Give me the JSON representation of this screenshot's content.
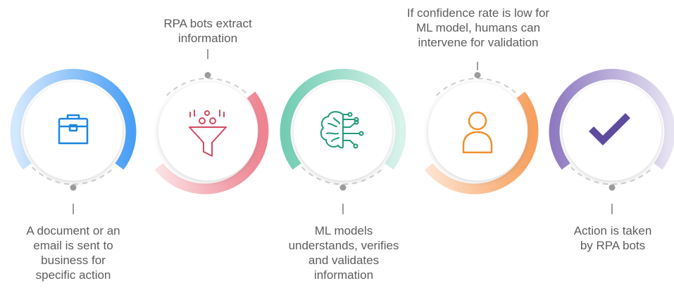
{
  "steps": [
    {
      "caption": "A document or an\nemail is sent to\nbusiness for\nspecific action",
      "icon": "briefcase-icon",
      "color": "#4a9ff5"
    },
    {
      "caption": "RPA bots extract\ninformation",
      "icon": "funnel-icon",
      "color": "#e8818f"
    },
    {
      "caption": "ML models\nunderstands, verifies\nand validates\ninformation",
      "icon": "brain-circuit-icon",
      "color": "#58c4a8"
    },
    {
      "caption": "If confidence rate is low for\nML model, humans can\nintervene for validation",
      "icon": "person-icon",
      "color": "#f5a262"
    },
    {
      "caption": "Action is taken\nby RPA bots",
      "icon": "checkmark-icon",
      "color": "#6e57a8"
    }
  ]
}
